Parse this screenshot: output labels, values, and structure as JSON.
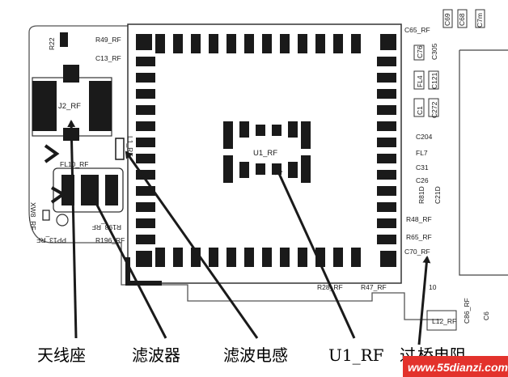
{
  "captions": {
    "antenna": "天线座",
    "filter": "滤波器",
    "inductor": "滤波电感",
    "u1": "U1_RF",
    "bridge_visible": "过",
    "bridge_ghost": "桥电阻"
  },
  "labels": {
    "r22": "R22",
    "r49": "R49_RF",
    "c13": "C13_RF",
    "c65": "C65_RF",
    "c69": "C69",
    "c68": "C68",
    "c7m": "C7m",
    "c76": "C76",
    "c305": "C305",
    "fl4": "FL4",
    "c121": "C121",
    "c_side": "C1",
    "c272": "C272",
    "c204": "C204",
    "fl7": "FL7",
    "c31": "C31",
    "c26": "C26",
    "r81": "R81D",
    "c21d": "C21D",
    "j2": "J2_RF",
    "u1_center": "U1_RF",
    "l1": "L1_RF",
    "fl10": "FL10_RF",
    "xw8": "XW8_RF",
    "pp13": "PP13_RF",
    "r198": "R198_RF",
    "r196": "R196_RF",
    "r48": "R48_RF",
    "r65": "R65_RF",
    "c70": "C70_RF",
    "r28": "R28_RF",
    "r47": "R47_RF",
    "c86": "C86_RF",
    "l12": "L12_RF",
    "c_edge": "C6",
    "pad10": "10"
  },
  "watermark": "www.55dianzi.com",
  "colors": {
    "ink": "#1a1a1a",
    "board": "#ffffff",
    "watermark_bg": "#e3322c"
  }
}
